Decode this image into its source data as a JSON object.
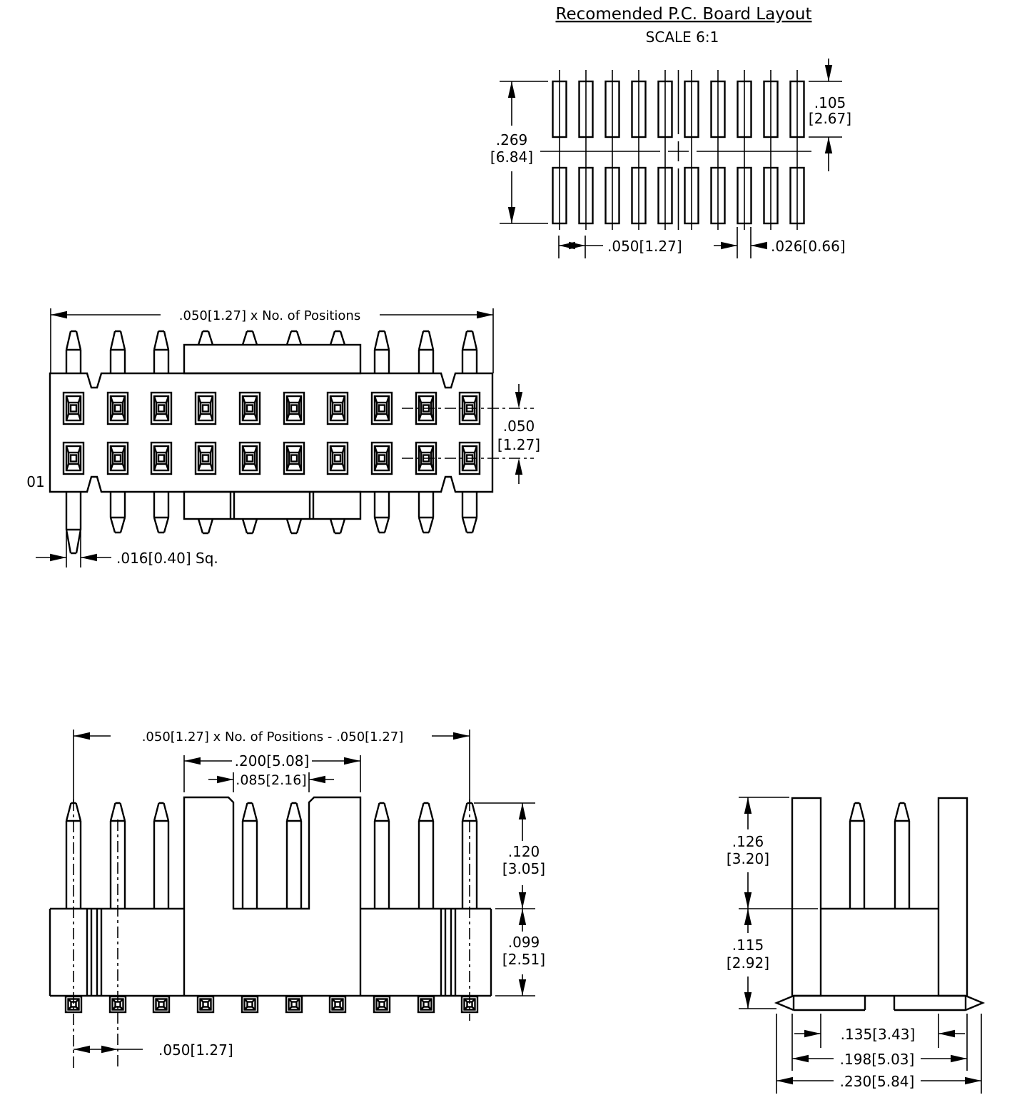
{
  "header": {
    "title": "Recomended P.C. Board Layout",
    "scale_note": "SCALE 6:1"
  },
  "colors": {
    "line": "#000000",
    "background": "#ffffff"
  },
  "views": {
    "pc_board_layout": {
      "dimensions": {
        "pattern_height_in": ".269",
        "pattern_height_mm": "[6.84]",
        "pad_length_in": ".105",
        "pad_length_mm": "[2.67]",
        "pad_pitch": ".050[1.27]",
        "pad_width": ".026[0.66]"
      }
    },
    "top_view": {
      "position_label": "01",
      "dimensions": {
        "overall_width": ".050[1.27] x No. of Positions",
        "row_pitch_in": ".050",
        "row_pitch_mm": "[1.27]",
        "pin_square": ".016[0.40] Sq."
      }
    },
    "front_view": {
      "dimensions": {
        "overall_width": ".050[1.27] x No. of Positions - .050[1.27]",
        "shroud_width": ".200[5.08]",
        "slot_width": ".085[2.16]",
        "pin_height_in": ".120",
        "pin_height_mm": "[3.05]",
        "body_height_in": ".099",
        "body_height_mm": "[2.51]",
        "pin_pitch": ".050[1.27]"
      }
    },
    "side_view": {
      "dimensions": {
        "mating_height_in": ".126",
        "mating_height_mm": "[3.20]",
        "base_height_in": ".115",
        "base_height_mm": "[2.92]",
        "tail_span_inner": ".135[3.43]",
        "tail_span_mid": ".198[5.03]",
        "tail_span_outer": ".230[5.84]"
      }
    }
  }
}
